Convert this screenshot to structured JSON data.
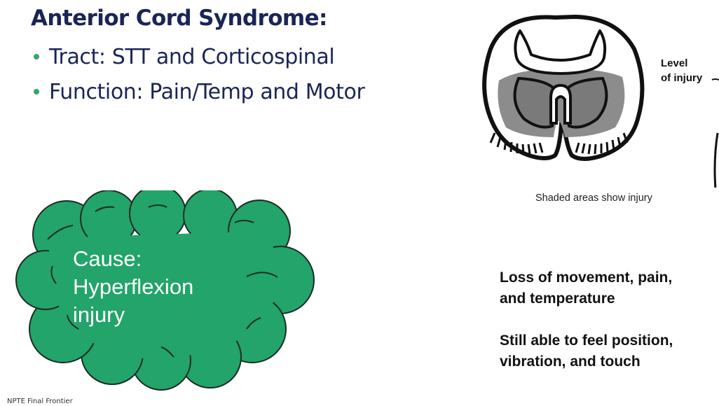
{
  "slide": {
    "title": "Anterior Cord Syndrome:",
    "bullets": [
      "Tract: STT and Corticospinal",
      "Function: Pain/Temp and Motor"
    ],
    "cloud": {
      "lines": [
        "Cause:",
        "Hyperflexion",
        "injury"
      ],
      "fill_color": "#22a46a"
    },
    "diagram": {
      "level_label_lines": [
        "Level",
        "of injury"
      ],
      "caption": "Shaded areas show injury",
      "shade_color": "#8c8c8c"
    },
    "loss_text_lines": [
      "Loss of movement, pain,",
      "and temperature"
    ],
    "still_text_lines": [
      "Still able to feel position,",
      "vibration, and touch"
    ],
    "footer": "NPTE Final Frontier",
    "colors": {
      "title": "#1a2556",
      "bullet_marker": "#2fa86c"
    }
  }
}
